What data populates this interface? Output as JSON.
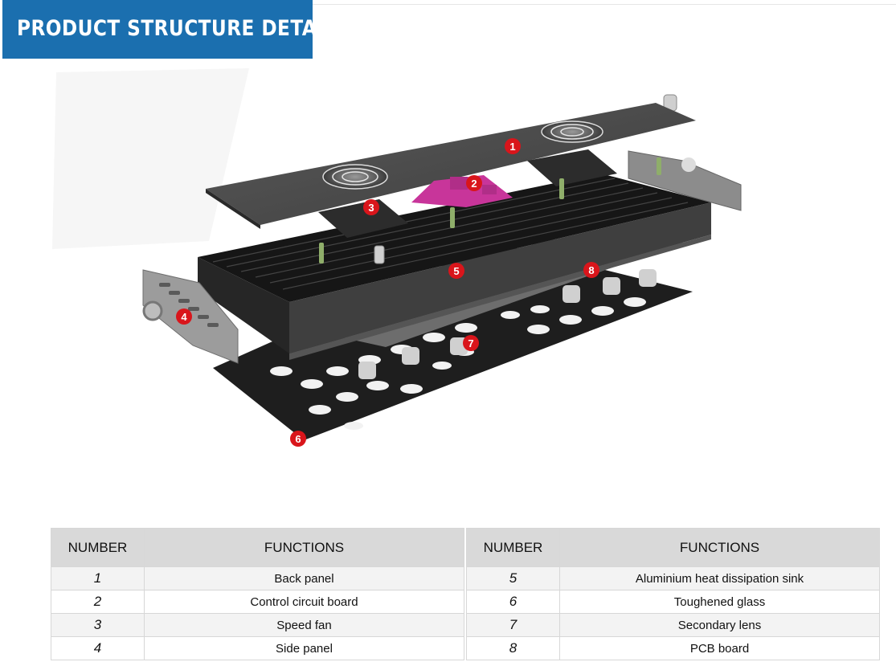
{
  "page": {
    "title": "PRODUCT  STRUCTURE DETAIL"
  },
  "diagram": {
    "callouts": [
      "1",
      "2",
      "3",
      "4",
      "5",
      "6",
      "7",
      "8"
    ],
    "colors": {
      "badge": "#d9151b",
      "pcb_board": "#c8359a",
      "panel": "#4d4d4d",
      "heatsink": "#1a1a1a"
    }
  },
  "table": {
    "headers": [
      "NUMBER",
      "FUNCTIONS",
      "NUMBER",
      "FUNCTIONS"
    ],
    "rows": [
      {
        "left_number": "1",
        "left_function": "Back panel",
        "right_number": "5",
        "right_function": "Aluminium heat dissipation sink"
      },
      {
        "left_number": "2",
        "left_function": "Control circuit board",
        "right_number": "6",
        "right_function": "Toughened glass"
      },
      {
        "left_number": "3",
        "left_function": "Speed fan",
        "right_number": "7",
        "right_function": "Secondary lens"
      },
      {
        "left_number": "4",
        "left_function": "Side panel",
        "right_number": "8",
        "right_function": "PCB board"
      }
    ]
  }
}
